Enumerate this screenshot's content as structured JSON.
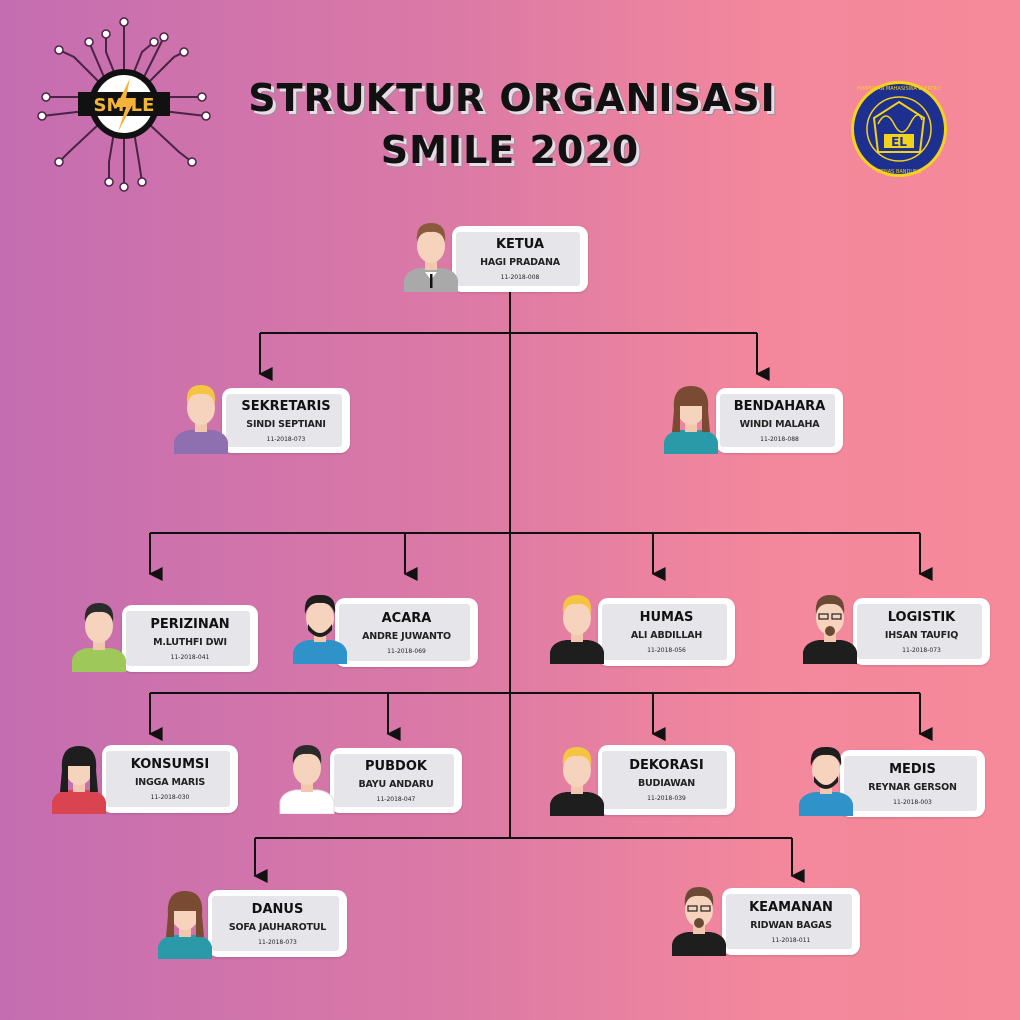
{
  "header": {
    "title_line1": "STRUKTUR ORGANISASI",
    "title_line2": "SMILE 2020"
  },
  "logos": {
    "left": {
      "text": "SMILE",
      "icon": "lightning-bolt-circuit-logo"
    },
    "right": {
      "top_text": "HIMPUNAN MAHASISWA ELEKTRO",
      "bottom_text": "ITENAS BANDUNG",
      "center_text": "EL"
    }
  },
  "colors": {
    "bg_left": "#c46db1",
    "bg_right": "#f68a9a",
    "line": "#111111",
    "card_inner": "#e6e6ea"
  },
  "members": [
    {
      "id": "ketua",
      "role": "KETUA",
      "name": "HAGI PRADANA",
      "nim": "11-2018-008",
      "hair": "#8b5a3c",
      "body": "#a9a9a9",
      "style": "suit"
    },
    {
      "id": "sekretaris",
      "role": "SEKRETARIS",
      "name": "SINDI SEPTIANI",
      "nim": "11-2018-073",
      "hair": "#f5c542",
      "body": "#8e6fb0",
      "style": "short"
    },
    {
      "id": "bendahara",
      "role": "BENDAHARA",
      "name": "WINDI MALAHA",
      "nim": "11-2018-088",
      "hair": "#7a4a32",
      "body": "#2a9aa8",
      "style": "long"
    },
    {
      "id": "perizinan",
      "role": "PERIZINAN",
      "name": "M.LUTHFI DWI",
      "nim": "11-2018-041",
      "hair": "#2b2b2b",
      "body": "#9fc85a",
      "style": "short"
    },
    {
      "id": "acara",
      "role": "ACARA",
      "name": "ANDRE JUWANTO",
      "nim": "11-2018-069",
      "hair": "#1e1e1e",
      "body": "#2f93c9",
      "style": "beard"
    },
    {
      "id": "humas",
      "role": "HUMAS",
      "name": "ALI ABDILLAH",
      "nim": "11-2018-056",
      "hair": "#f5c542",
      "body": "#1e1e1e",
      "style": "short"
    },
    {
      "id": "logistik",
      "role": "LOGISTIK",
      "name": "IHSAN TAUFIQ",
      "nim": "11-2018-073",
      "hair": "#6b4a35",
      "body": "#1e1e1e",
      "style": "glasses"
    },
    {
      "id": "konsumsi",
      "role": "KONSUMSI",
      "name": "INGGA MARIS",
      "nim": "11-2018-030",
      "hair": "#1e1e1e",
      "body": "#d94450",
      "style": "long"
    },
    {
      "id": "pubdok",
      "role": "PUBDOK",
      "name": "BAYU ANDARU",
      "nim": "11-2018-047",
      "hair": "#2b2b2b",
      "body": "#ffffff",
      "style": "short"
    },
    {
      "id": "dekorasi",
      "role": "DEKORASI",
      "name": "BUDIAWAN",
      "nim": "11-2018-039",
      "hair": "#f5c542",
      "body": "#1e1e1e",
      "style": "short"
    },
    {
      "id": "medis",
      "role": "MEDIS",
      "name": "REYNAR GERSON",
      "nim": "11-2018-003",
      "hair": "#1e1e1e",
      "body": "#2f93c9",
      "style": "beard"
    },
    {
      "id": "danus",
      "role": "DANUS",
      "name": "SOFA JAUHAROTUL",
      "nim": "11-2018-073",
      "hair": "#7a4a32",
      "body": "#2a9aa8",
      "style": "long"
    },
    {
      "id": "keamanan",
      "role": "KEAMANAN",
      "name": "RIDWAN BAGAS",
      "nim": "11-2018-011",
      "hair": "#6b4a35",
      "body": "#1e1e1e",
      "style": "glasses"
    }
  ]
}
